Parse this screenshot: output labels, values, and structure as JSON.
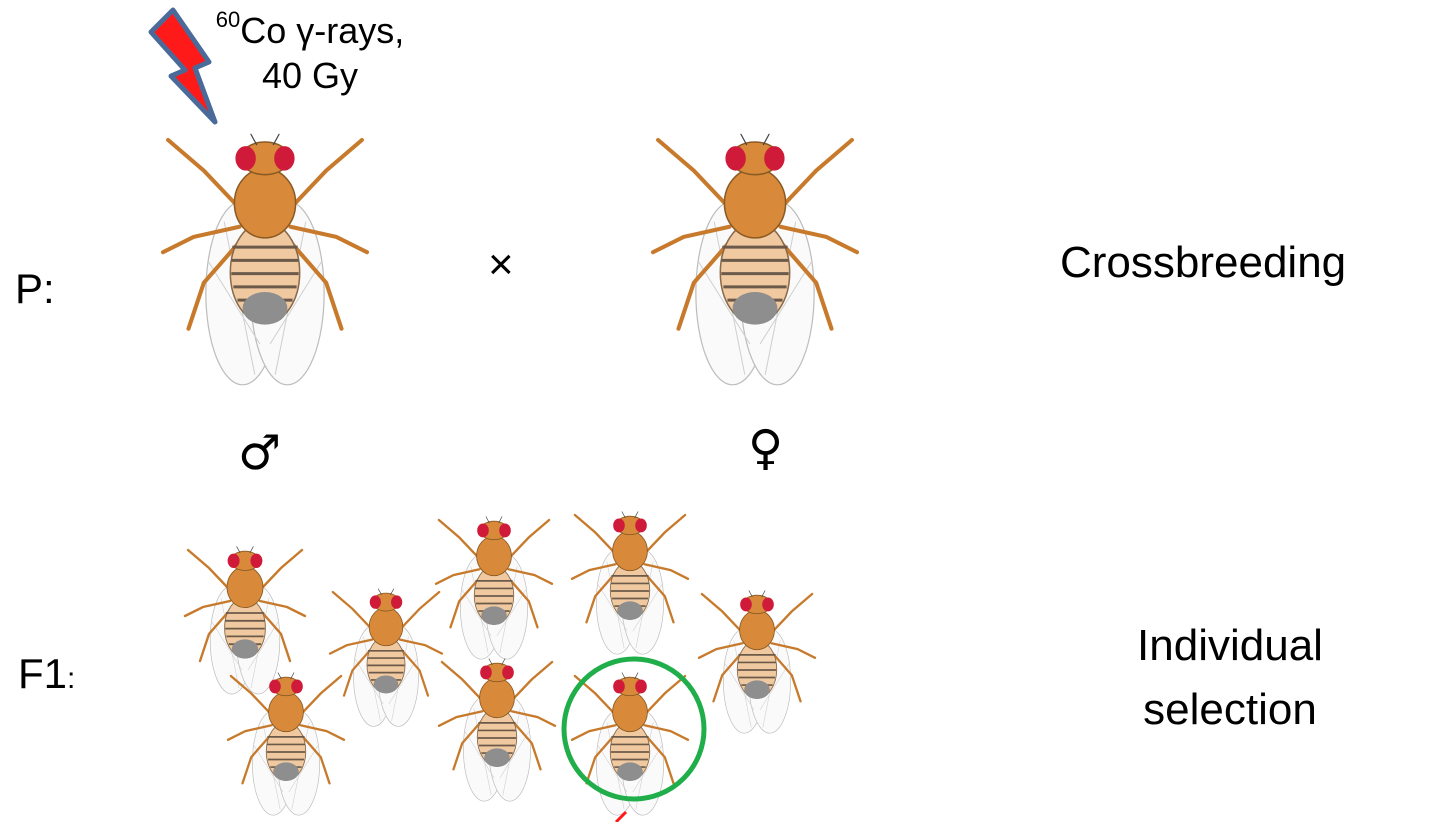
{
  "irradiation": {
    "isotope_mass": "60",
    "label_line1": "Co γ-rays,",
    "label_line2": "40 Gy",
    "bolt_icon": "lightning-bolt-icon",
    "bolt_color": "#ff1a1a"
  },
  "generations": {
    "p": "P:",
    "f1_main": "F1",
    "f1_colon": ":"
  },
  "cross_symbol": "×",
  "sexes": {
    "male": "♂",
    "female": "♀"
  },
  "steps": {
    "crossbreeding": "Crossbreeding",
    "selection_line1": "Individual",
    "selection_line2": "selection"
  },
  "colors": {
    "fly_body": "#d88a3a",
    "fly_eye": "#d01a3a",
    "selection_circle": "#1fae4a"
  },
  "icons": [
    "fruit-fly-icon",
    "lightning-bolt-icon",
    "male-symbol-icon",
    "female-symbol-icon"
  ]
}
